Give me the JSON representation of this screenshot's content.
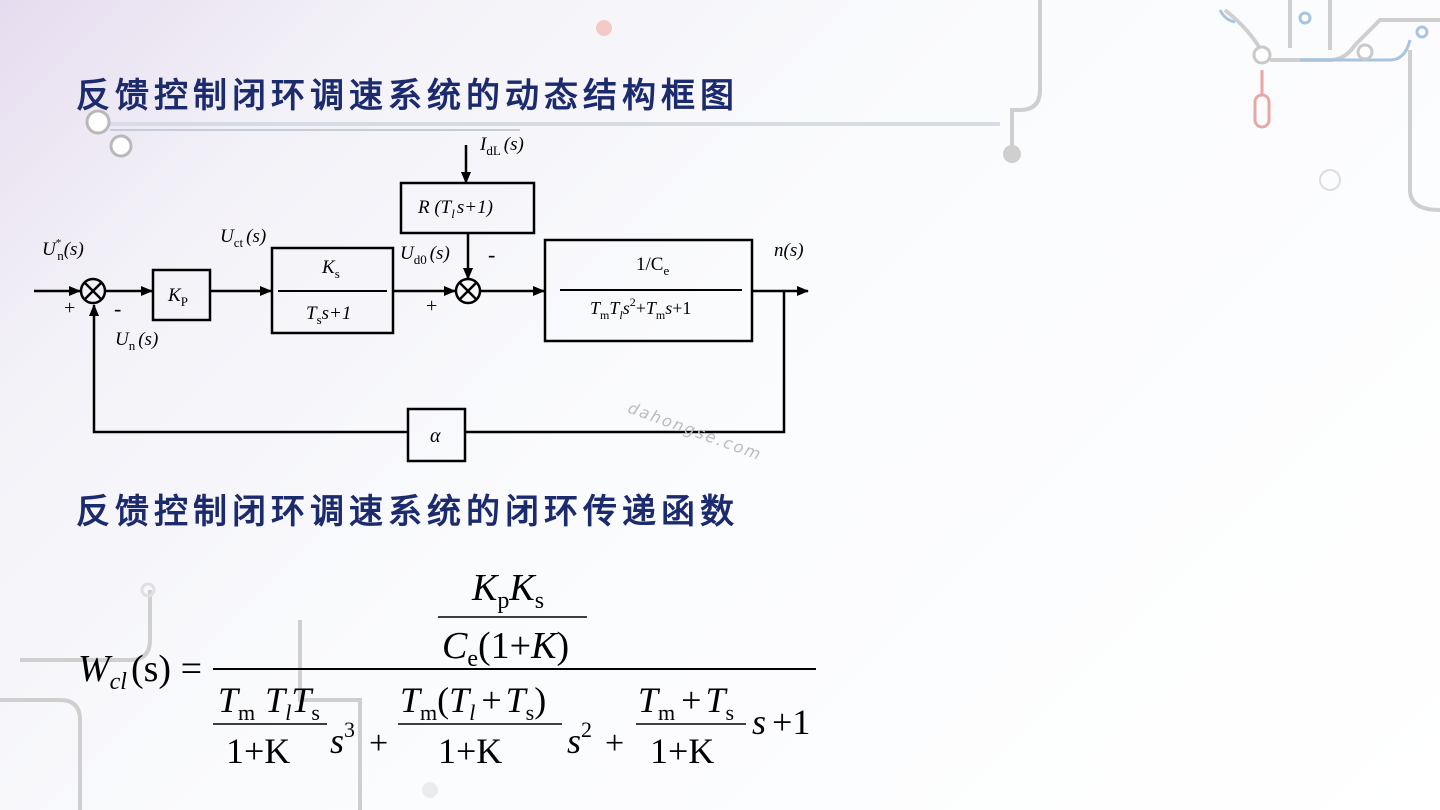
{
  "slide": {
    "title_block_diagram": "反馈控制闭环调速系统的动态结构框图",
    "title_transfer": "反馈控制闭环调速系统的闭环传递函数",
    "watermark": "dahongse.com"
  },
  "diagram": {
    "input_label": {
      "base": "U",
      "sup": "*",
      "sub": "n",
      "arg": "(s)"
    },
    "feedback_signal_label": {
      "base": "U",
      "sub": "n",
      "arg": "(s)"
    },
    "sum1_plus": "+",
    "sum1_minus": "-",
    "kp_block": {
      "base": "K",
      "sub": "P"
    },
    "uct_label": {
      "base": "U",
      "sub": "ct",
      "arg": "(s)"
    },
    "ks_block": {
      "num_base": "K",
      "num_sub": "s",
      "den_base": "T",
      "den_sub": "s",
      "den_tail": "s+1"
    },
    "ud0_label": {
      "base": "U",
      "sub": "d0",
      "arg": "(s)"
    },
    "sum2_plus": "+",
    "sum2_minus": "-",
    "disturbance_label": {
      "base": "I",
      "sub": "dL",
      "arg": "(s)"
    },
    "r_block": {
      "pre": "R (T",
      "sub": "l",
      "post": "s+1)"
    },
    "motor_block": {
      "num_pre": "1/C",
      "num_sub": "e",
      "den": "TmTls²+Tms+1"
    },
    "output_label": "n(s)",
    "alpha_block": "α"
  },
  "formula": {
    "lhs_base": "W",
    "lhs_sub": "cl",
    "lhs_arg": "(s) =",
    "numerator_top": "KpKs",
    "numerator_bottom": "Ce(1+K)",
    "den_term1_num": "Tm TlTs",
    "den_term1_den": "1+K",
    "den_term1_power": "s3",
    "plus": "+",
    "den_term2_num": "Tm(Tl+Ts)",
    "den_term2_den": "1+K",
    "den_term2_power": "s2",
    "den_term3_num": "Tm+Ts",
    "den_term3_den": "1+K",
    "den_term3_tail": "s+1"
  },
  "colors": {
    "heading": "#1c2a6e",
    "line": "#000000",
    "deco": "#c9c9c9",
    "deco_accent": "#e38b84"
  }
}
